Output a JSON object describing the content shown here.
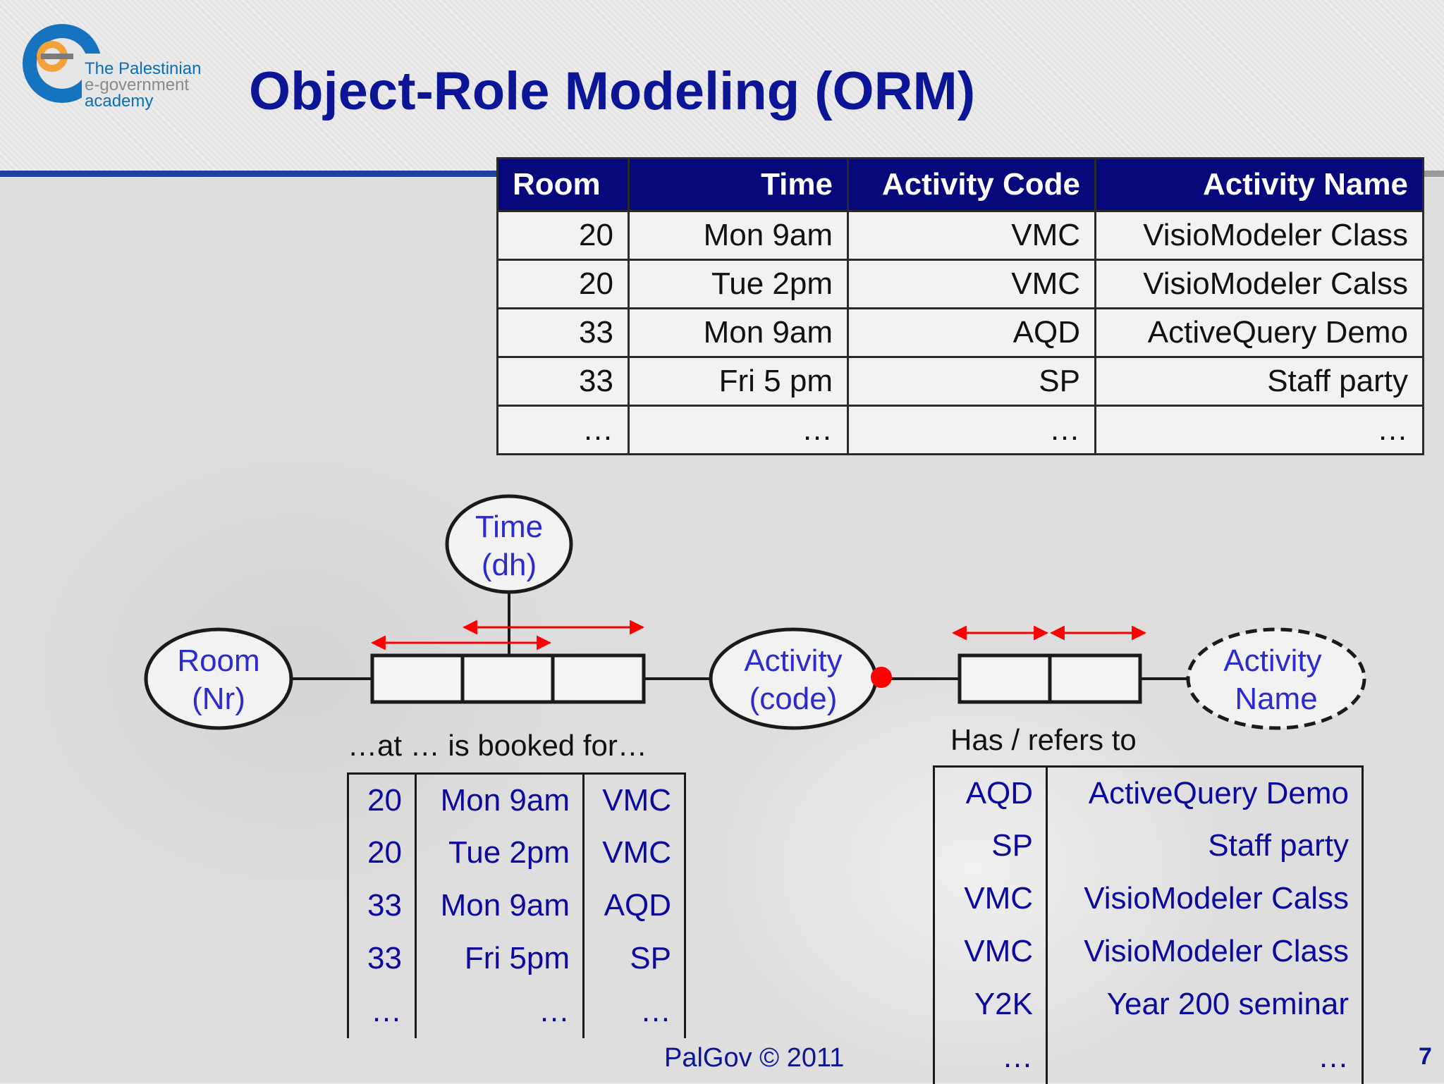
{
  "logo": {
    "line1": "The Palestinian",
    "line2": "e-government",
    "line3": "academy"
  },
  "title": "Object-Role Modeling (ORM)",
  "main_table": {
    "headers": [
      "Room",
      "Time",
      "Activity Code",
      "Activity Name"
    ],
    "rows": [
      [
        "20",
        "Mon 9am",
        "VMC",
        "VisioModeler Class"
      ],
      [
        "20",
        "Tue 2pm",
        "VMC",
        "VisioModeler  Calss"
      ],
      [
        "33",
        "Mon 9am",
        "AQD",
        "ActiveQuery Demo"
      ],
      [
        "33",
        "Fri 5 pm",
        "SP",
        "Staff party"
      ],
      [
        "…",
        "…",
        "…",
        "…"
      ]
    ]
  },
  "diagram": {
    "time_node": {
      "line1": "Time",
      "line2": "(dh)"
    },
    "room_node": {
      "line1": "Room",
      "line2": "(Nr)"
    },
    "activity_node": {
      "line1": "Activity",
      "line2": "(code)"
    },
    "activity_name_node": {
      "line1": "Activity",
      "line2": "Name"
    },
    "ternary_reading": "…at … is booked for…",
    "binary_reading": "Has / refers to",
    "colors": {
      "constraint": "#ff0000",
      "entity_text": "#2b2bd0",
      "value_text": "#0a0a9e"
    }
  },
  "left_table": {
    "rows": [
      [
        "20",
        "Mon 9am",
        "VMC"
      ],
      [
        "20",
        "Tue 2pm",
        "VMC"
      ],
      [
        "33",
        "Mon 9am",
        "AQD"
      ],
      [
        "33",
        "Fri 5pm",
        "SP"
      ],
      [
        "…",
        "…",
        "…"
      ]
    ]
  },
  "right_table": {
    "rows": [
      [
        "AQD",
        "ActiveQuery Demo"
      ],
      [
        "SP",
        "Staff party"
      ],
      [
        "VMC",
        "VisioModeler  Calss"
      ],
      [
        "VMC",
        "VisioModeler Class"
      ],
      [
        "Y2K",
        "Year 200 seminar"
      ],
      [
        "…",
        "…"
      ]
    ]
  },
  "footer": "PalGov © 2011",
  "page_number": "7"
}
